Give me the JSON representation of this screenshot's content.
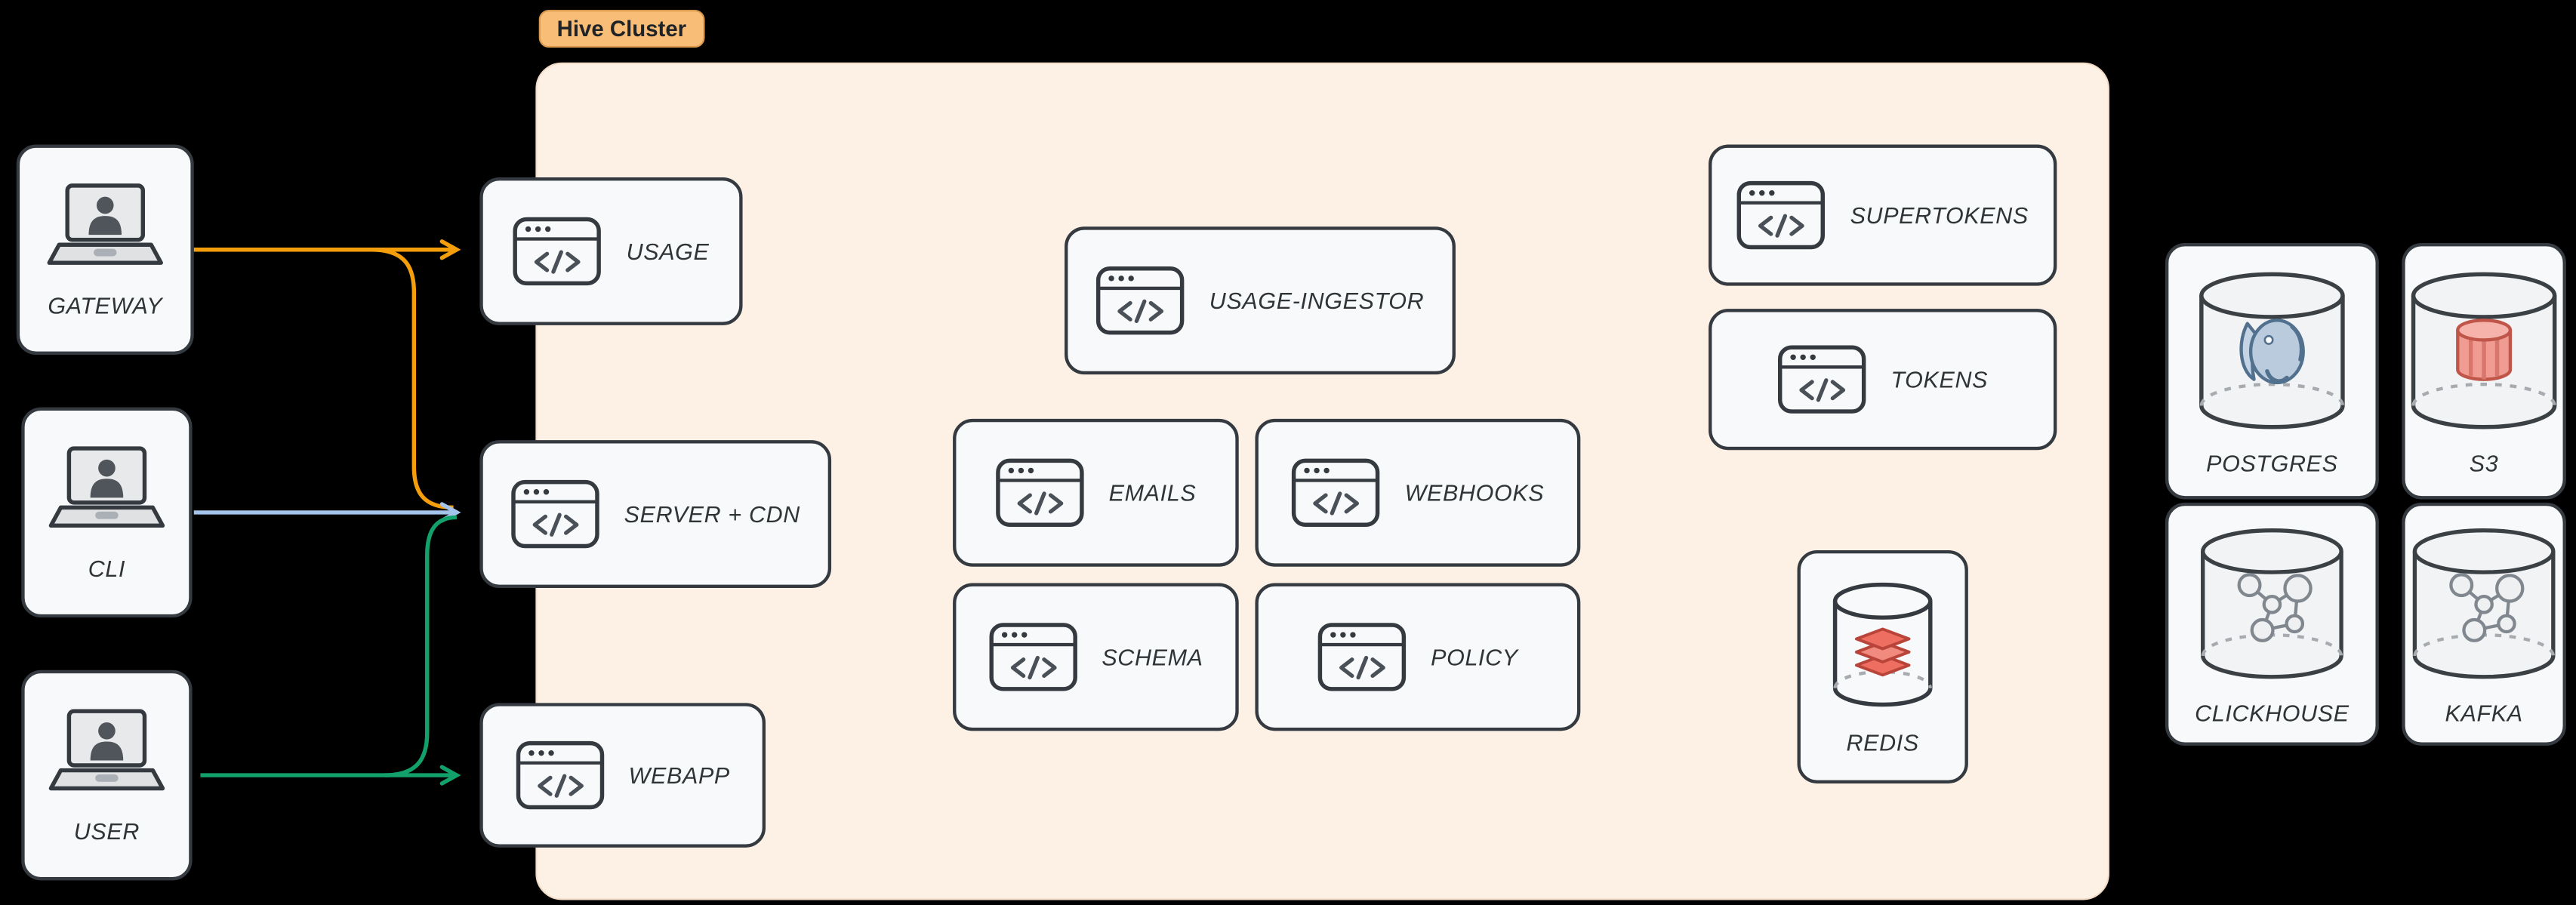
{
  "diagram": {
    "cluster": {
      "label": "Hive Cluster"
    },
    "clients": [
      {
        "id": "gateway",
        "label": "GATEWAY"
      },
      {
        "id": "cli",
        "label": "CLI"
      },
      {
        "id": "user",
        "label": "USER"
      }
    ],
    "services": [
      {
        "id": "usage",
        "label": "USAGE"
      },
      {
        "id": "server-cdn",
        "label": "SERVER + CDN"
      },
      {
        "id": "webapp",
        "label": "WEBAPP"
      },
      {
        "id": "usage-ingestor",
        "label": "USAGE-INGESTOR"
      },
      {
        "id": "emails",
        "label": "EMAILS"
      },
      {
        "id": "webhooks",
        "label": "WEBHOOKS"
      },
      {
        "id": "schema",
        "label": "SCHEMA"
      },
      {
        "id": "policy",
        "label": "POLICY"
      },
      {
        "id": "supertokens",
        "label": "SUPERTOKENS"
      },
      {
        "id": "tokens",
        "label": "TOKENS"
      },
      {
        "id": "redis",
        "label": "REDIS"
      }
    ],
    "datastores": [
      {
        "id": "postgres",
        "label": "POSTGRES"
      },
      {
        "id": "s3",
        "label": "S3"
      },
      {
        "id": "clickhouse",
        "label": "CLICKHOUSE"
      },
      {
        "id": "kafka",
        "label": "KAFKA"
      }
    ],
    "edges": [
      {
        "from": "GATEWAY",
        "to": "USAGE",
        "color": "#f59e0b"
      },
      {
        "from": "GATEWAY",
        "to": "SERVER + CDN",
        "color": "#f59e0b"
      },
      {
        "from": "CLI",
        "to": "SERVER + CDN",
        "color": "#a5c4ec"
      },
      {
        "from": "USER",
        "to": "WEBAPP",
        "color": "#12a06b"
      },
      {
        "from": "USER",
        "to": "SERVER + CDN",
        "color": "#12a06b"
      }
    ],
    "colors": {
      "background": "#000000",
      "cluster_fill": "#fdf1e6",
      "cluster_chip": "#f8bd77",
      "node_fill": "#f8f9fa",
      "node_border": "#343a40",
      "edge_gateway": "#f59e0b",
      "edge_cli": "#a5c4ec",
      "edge_user": "#12a06b",
      "redis_red": "#ee6f62",
      "postgres_blue": "#b9cbdd",
      "s3_red": "#f19c93"
    }
  }
}
